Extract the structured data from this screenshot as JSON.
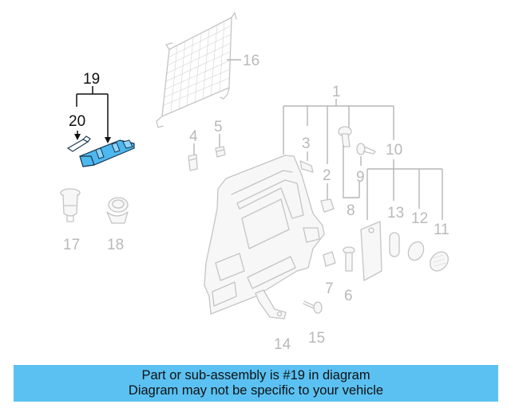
{
  "diagram": {
    "highlighted_part": "19",
    "highlight_color": "#4db8ef",
    "callouts": {
      "c1": "1",
      "c2": "2",
      "c3": "3",
      "c4": "4",
      "c5": "5",
      "c6": "6",
      "c7": "7",
      "c8": "8",
      "c9": "9",
      "c10": "10",
      "c11": "11",
      "c12": "12",
      "c13": "13",
      "c14": "14",
      "c15": "15",
      "c16": "16",
      "c17": "17",
      "c18": "18",
      "c19": "19",
      "c20": "20"
    }
  },
  "banner": {
    "line1": "Part or sub-assembly is #19 in diagram",
    "line2": "Diagram may not be specific to your vehicle",
    "background": "#5bc1f2"
  }
}
